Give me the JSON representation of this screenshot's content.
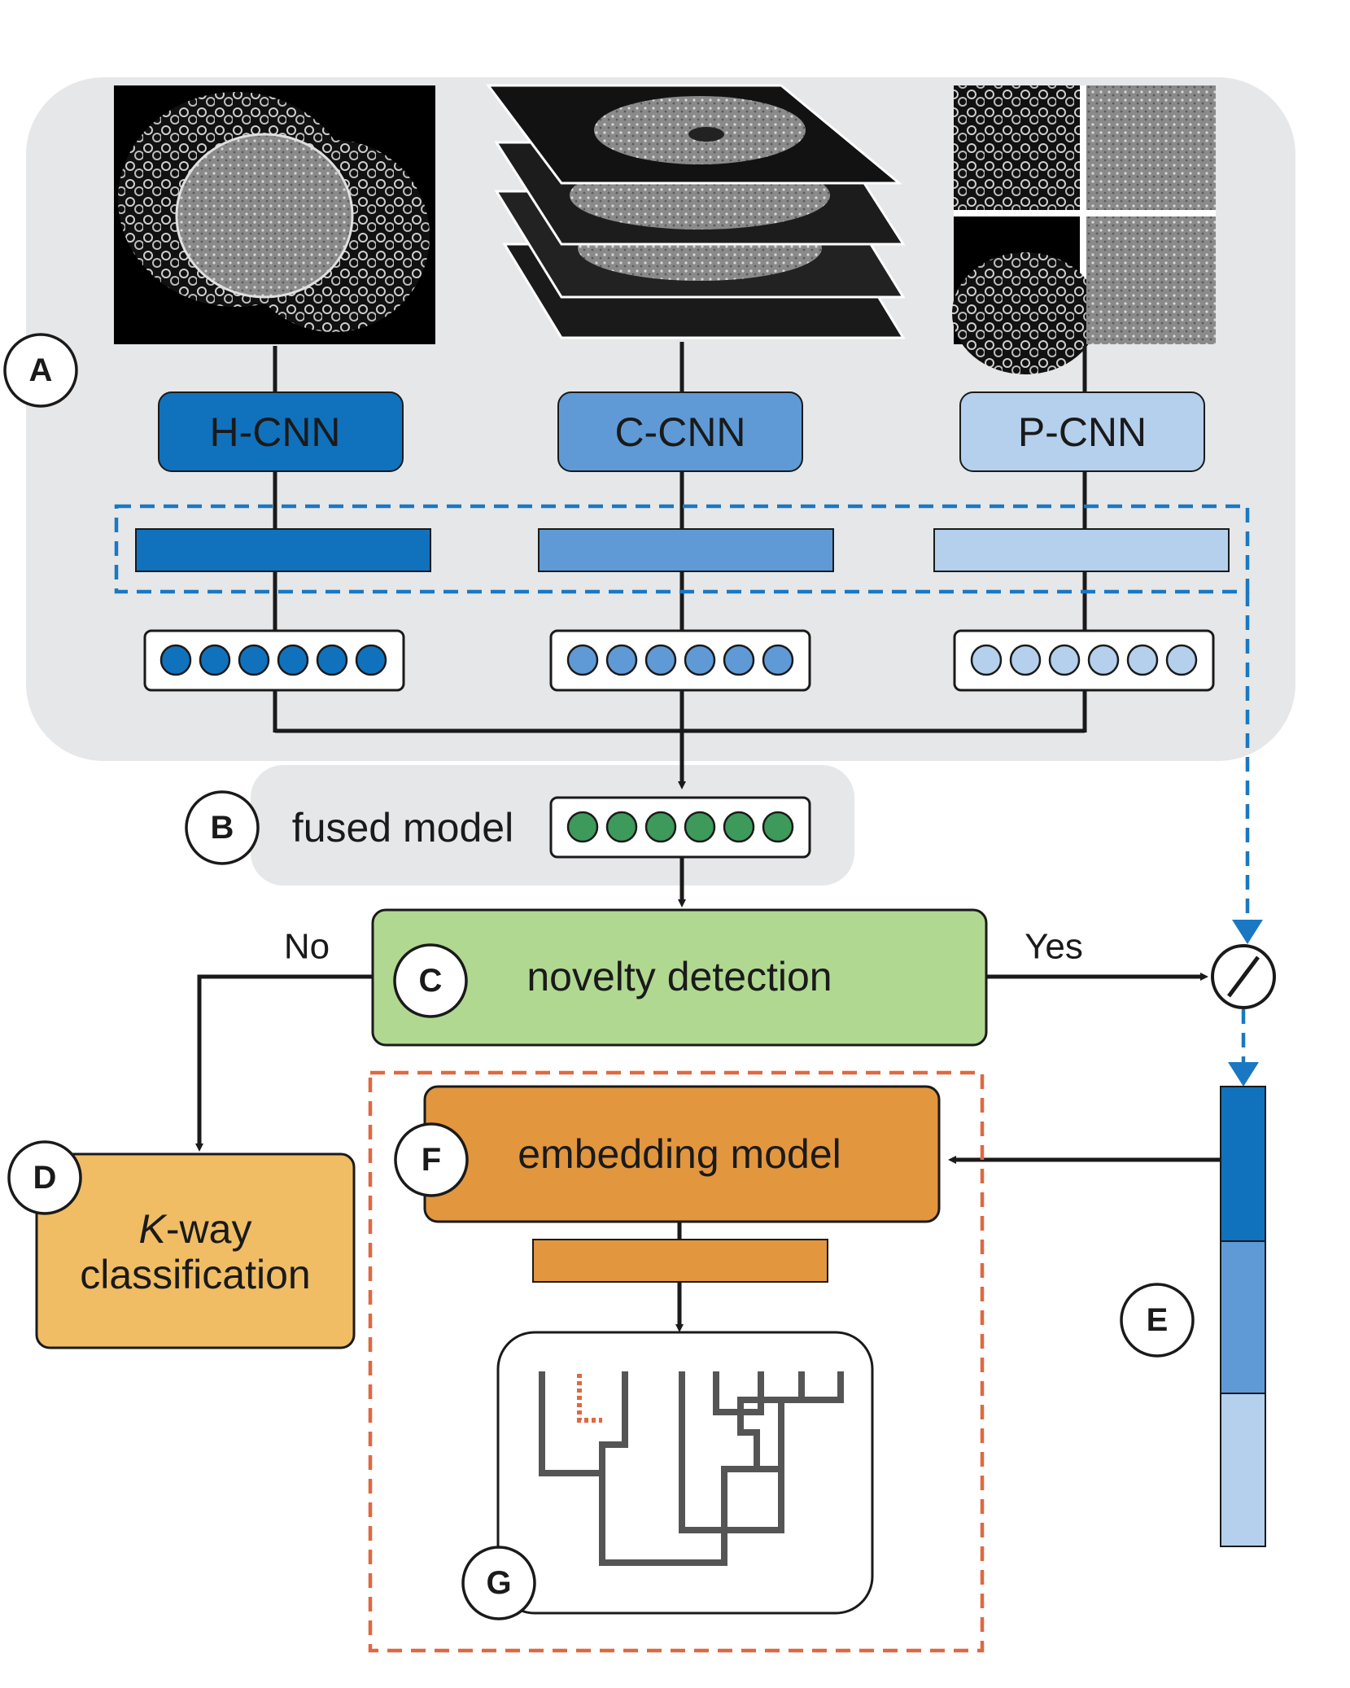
{
  "panel_labels": [
    "A",
    "B",
    "C",
    "D",
    "E",
    "F",
    "G"
  ],
  "cnn_models": [
    {
      "label": "H-CNN",
      "color": "#1072bd"
    },
    {
      "label": "C-CNN",
      "color": "#5f9ad6"
    },
    {
      "label": "P-CNN",
      "color": "#b5d0ec"
    }
  ],
  "fused_model": {
    "label": "fused model",
    "node_color": "#3d9a5b"
  },
  "novelty_detection": {
    "label": "novelty detection",
    "color": "#b0d891"
  },
  "branch_no": "No",
  "branch_yes": "Yes",
  "classification": {
    "line1_italic": "K",
    "line1_rest": "-way",
    "line2": "classification",
    "color": "#f0bd64"
  },
  "embedding_model": {
    "label": "embedding model",
    "color": "#e2963e"
  },
  "colors": {
    "dashed_blue": "#1a78c2",
    "dashed_orange": "#e06840",
    "panel_gray": "#e6e7e9",
    "tree_gray": "#555555"
  },
  "icons": [
    "microscopy-image-whole",
    "microscopy-image-slices",
    "microscopy-image-patches",
    "phylogenetic-tree-icon",
    "switch-icon"
  ]
}
